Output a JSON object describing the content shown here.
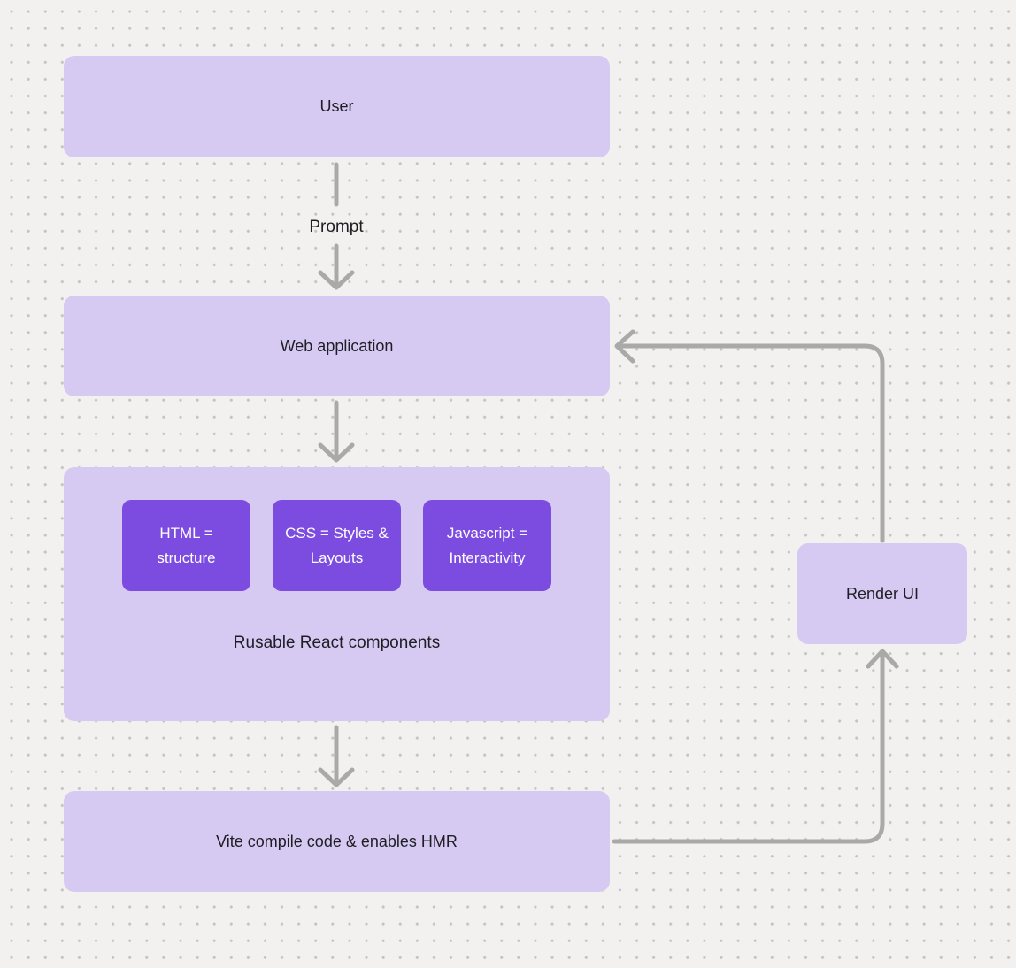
{
  "diagram": {
    "nodes": {
      "user": {
        "label": "User"
      },
      "web_application": {
        "label": "Web application"
      },
      "components_group": {
        "caption": "Rusable React components",
        "chips": [
          {
            "label": "HTML = structure"
          },
          {
            "label": "CSS = Styles & Layouts"
          },
          {
            "label": "Javascript = Interactivity"
          }
        ]
      },
      "vite": {
        "label": "Vite compile code & enables HMR"
      },
      "render_ui": {
        "label": "Render UI"
      }
    },
    "edge_labels": {
      "prompt": "Prompt"
    },
    "edges": [
      {
        "from": "User",
        "to": "Web application",
        "label": "Prompt"
      },
      {
        "from": "Web application",
        "to": "Rusable React components",
        "label": ""
      },
      {
        "from": "Rusable React components",
        "to": "Vite compile code & enables HMR",
        "label": ""
      },
      {
        "from": "Vite compile code & enables HMR",
        "to": "Render UI",
        "label": ""
      },
      {
        "from": "Render UI",
        "to": "Web application",
        "label": ""
      }
    ],
    "colors": {
      "background": "#f2f1ef",
      "dot_grid": "#c6c4c1",
      "node_fill": "#d6caf3",
      "chip_fill": "#7c4be0",
      "chip_text": "#ffffff",
      "connector": "#a9a9a9",
      "label_text": "#1e1e24"
    }
  }
}
